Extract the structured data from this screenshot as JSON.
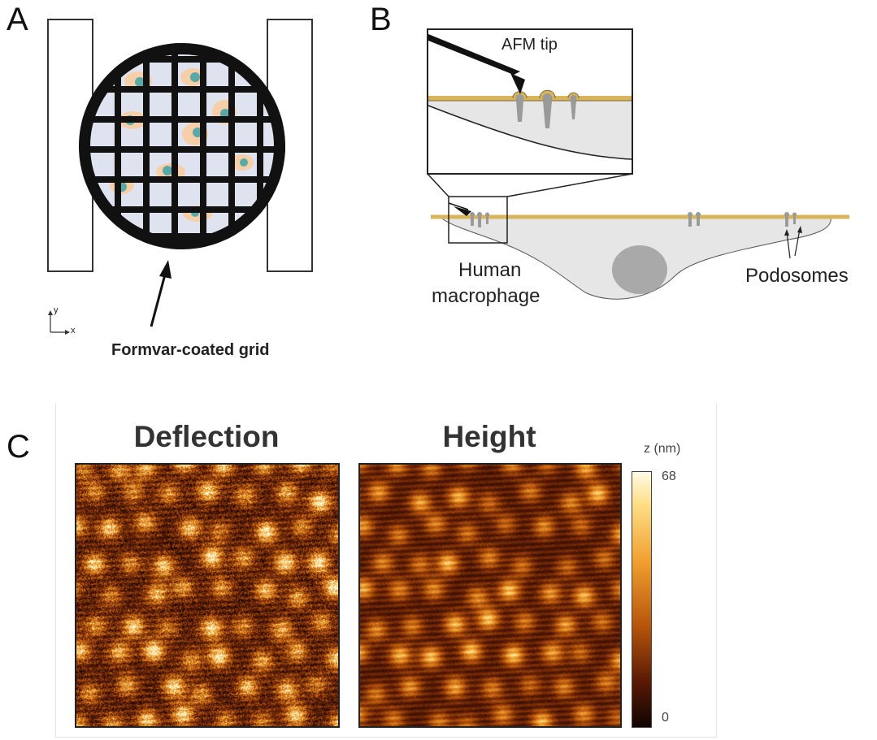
{
  "panels": {
    "a": {
      "letter": "A",
      "axis_y": "y",
      "axis_x": "x",
      "caption": "Formvar-coated grid"
    },
    "b": {
      "letter": "B",
      "tip_label": "AFM tip",
      "cell_label_line1": "Human",
      "cell_label_line2": "macrophage",
      "podosome_label": "Podosomes"
    },
    "c": {
      "letter": "C",
      "left_title": "Deflection",
      "right_title": "Height",
      "colorbar": {
        "label": "z (nm)",
        "max": "68",
        "min": "0"
      }
    }
  },
  "colors": {
    "grid_frame": "#111111",
    "grid_fill": "#dfe3ef",
    "membrane": "#d8b45a",
    "cell_fill": "#e6e6e6",
    "nucleus": "#a9a9a9",
    "podosome": "#9a9a9a",
    "heat_dark": "#100402",
    "heat_mid": "#b8560c",
    "heat_light": "#fffbe6"
  }
}
